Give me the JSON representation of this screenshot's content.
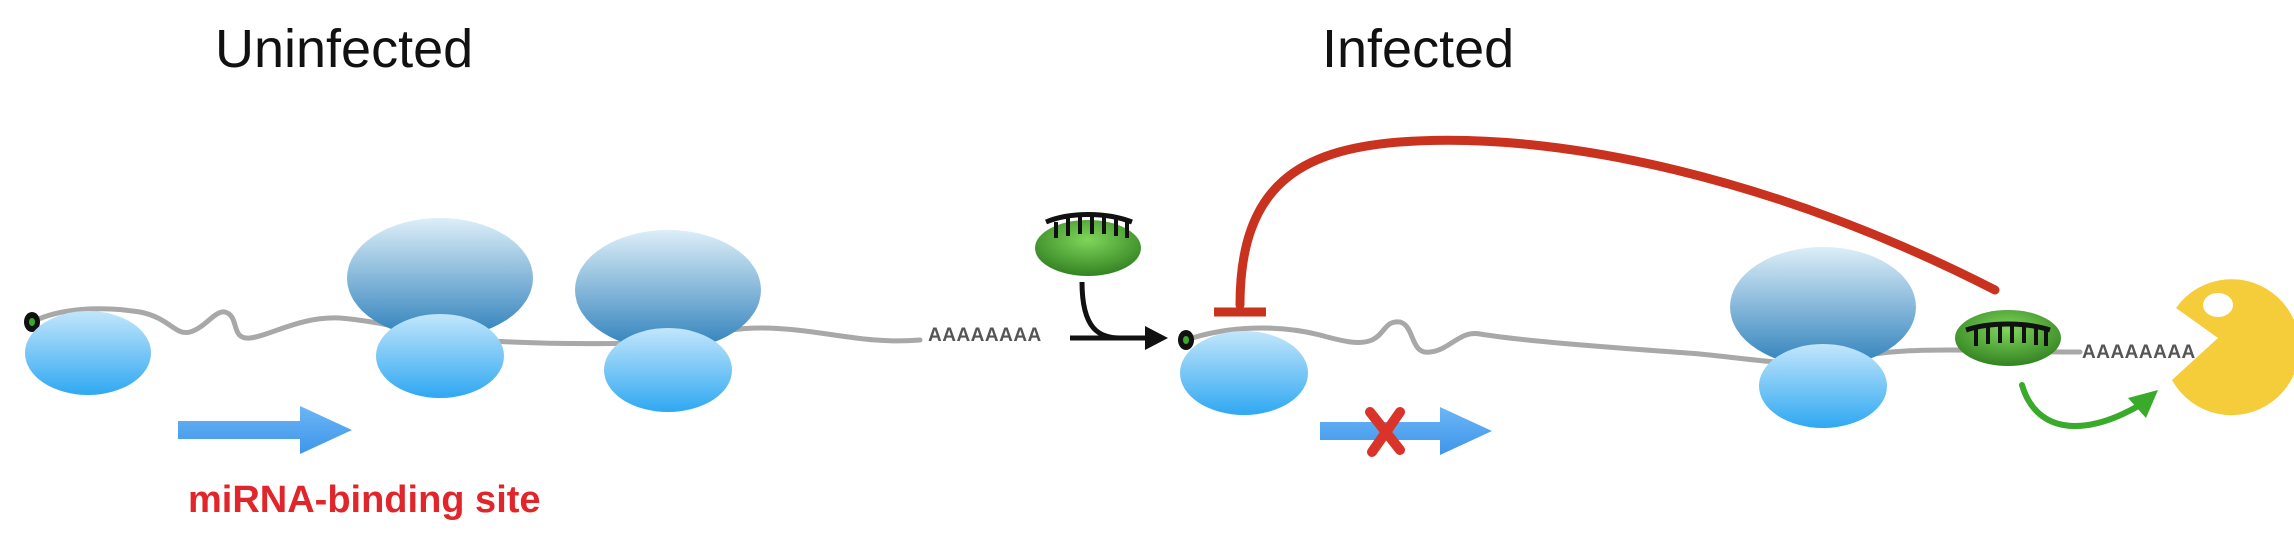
{
  "panels": {
    "uninfected": {
      "title": "Uninfected",
      "polyA": "AAAAAAAA"
    },
    "infected": {
      "title": "Infected",
      "polyA": "AAAAAAAA"
    }
  },
  "legend": {
    "binding_site_label": "miRNA-binding site"
  },
  "colors": {
    "mrna": "#a8a8a8",
    "ribosome_small": "#3aaef2",
    "ribosome_large": "#2d86c0",
    "mirna_complex": "#3f9a2a",
    "repression_arc": "#c8321e",
    "translation_arrow": "#4da3f0",
    "block_mark": "#d9332a",
    "degradation_arrow": "#3aaa2a",
    "exonuclease": "#f5cc3a"
  },
  "icons": {
    "cap": "cap-icon",
    "mirna": "mirna-complex-icon",
    "exonuclease": "exonuclease-pacman-icon",
    "block": "red-x-icon"
  }
}
